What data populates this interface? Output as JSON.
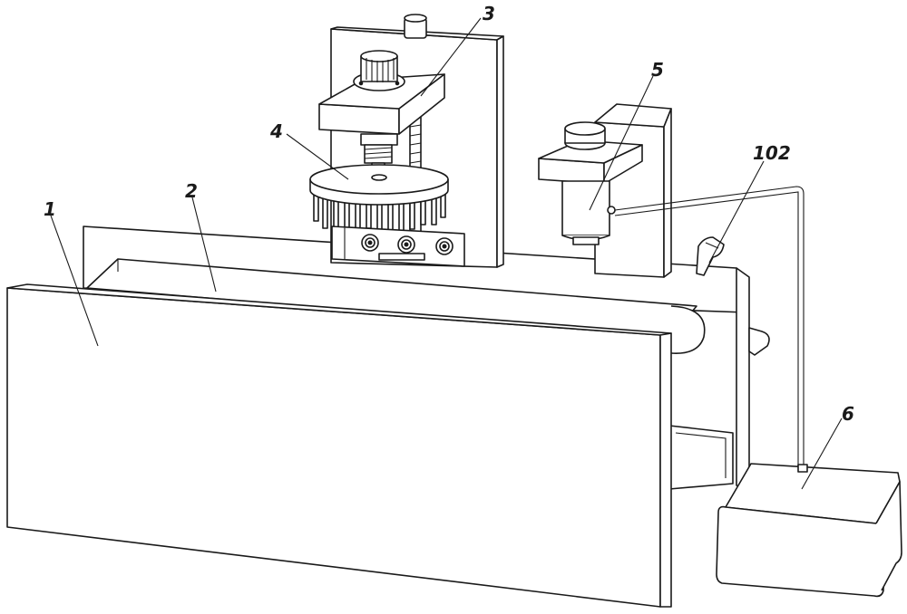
{
  "labels": [
    {
      "id": "1",
      "text": "1"
    },
    {
      "id": "2",
      "text": "2"
    },
    {
      "id": "3",
      "text": "3"
    },
    {
      "id": "4",
      "text": "4"
    },
    {
      "id": "5",
      "text": "5"
    },
    {
      "id": "6",
      "text": "6"
    },
    {
      "id": "102",
      "text": "102"
    }
  ],
  "colors": {
    "line": "#1a1a1a",
    "fill": "#ffffff"
  }
}
